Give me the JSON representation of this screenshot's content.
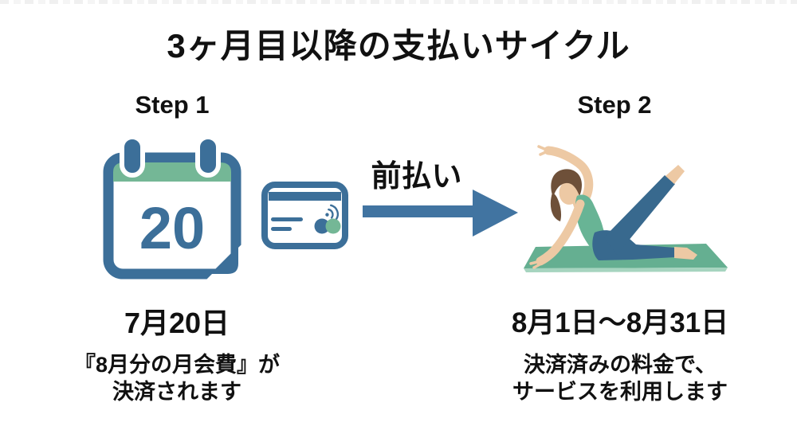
{
  "title": "3ヶ月目以降の支払いサイクル",
  "step1": {
    "label": "Step 1",
    "calendar_day": "20",
    "date": "7月20日",
    "description_line1": "『8月分の月会費』が",
    "description_line2": "決済されます"
  },
  "arrow": {
    "label": "前払い"
  },
  "step2": {
    "label": "Step 2",
    "date": "8月1日〜8月31日",
    "description_line1": "決済済みの料金で、",
    "description_line2": "サービスを利用します"
  },
  "icons": {
    "calendar": "calendar-icon",
    "credit_card": "credit-card-icon",
    "arrow": "arrow-right-icon",
    "pilates": "pilates-person-illustration"
  },
  "colors": {
    "primary_blue": "#3c6f99",
    "arrow_blue": "#4174a1",
    "header_green": "#74b796",
    "mat_green": "#65af91",
    "mat_edge_green": "#a6d4bf",
    "tank_green": "#68b495",
    "leggings_blue": "#38698e",
    "skin": "#edc9a4",
    "hair_brown": "#6e5039",
    "text_black": "#111111",
    "background": "#ffffff"
  }
}
